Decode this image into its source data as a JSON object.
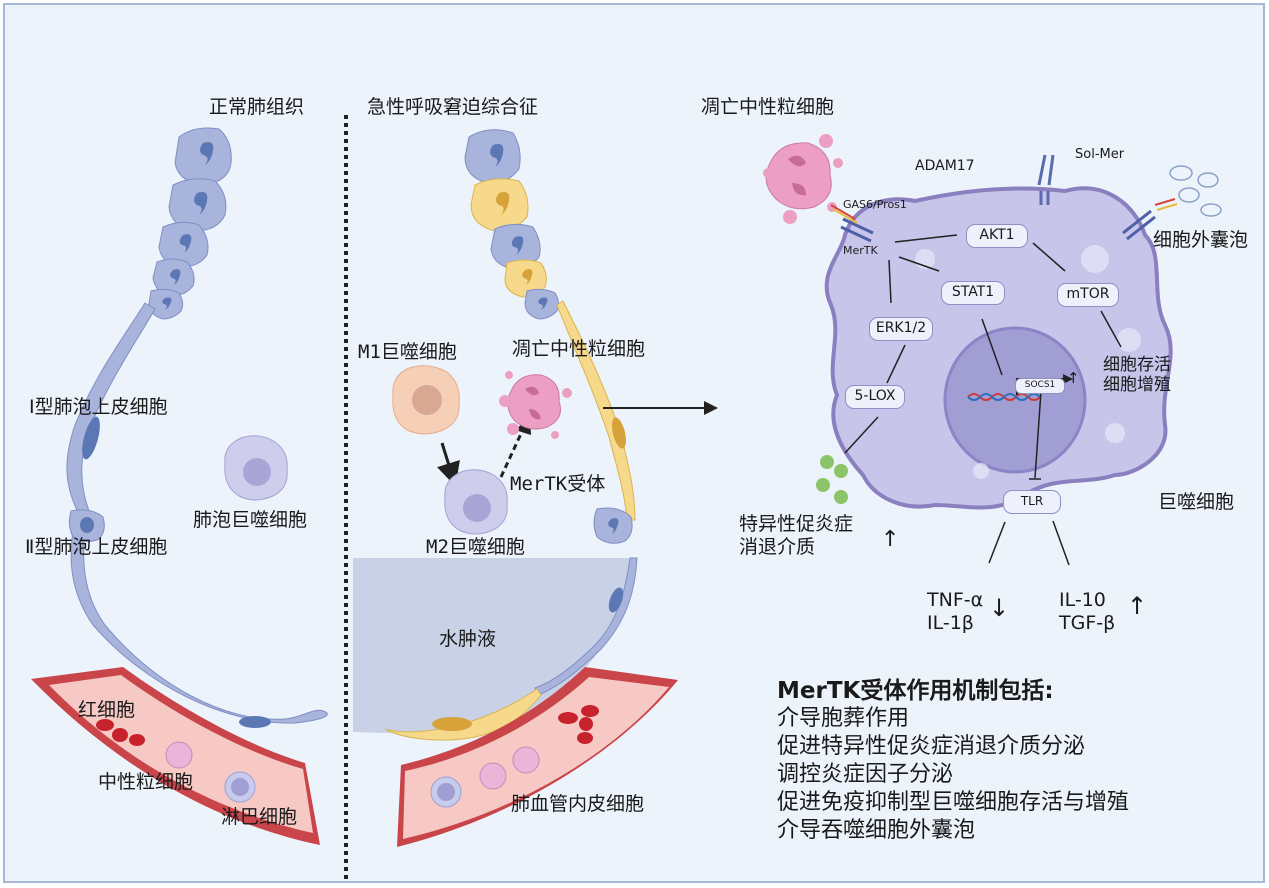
{
  "panels": {
    "normal": {
      "title": "正常肺组织",
      "type1_cell": "Ⅰ型肺泡上皮细胞",
      "type2_cell": "Ⅱ型肺泡上皮细胞",
      "alveolar_macrophage": "肺泡巨噬细胞",
      "rbc": "红细胞",
      "neutrophil": "中性粒细胞",
      "lymphocyte": "淋巴细胞"
    },
    "ards": {
      "title": "急性呼吸窘迫综合征",
      "m1": "M1巨噬细胞",
      "apoptotic_neutrophil": "凋亡中性粒细胞",
      "mertk_receptor": "MerTK受体",
      "m2": "M2巨噬细胞",
      "edema": "水肿液",
      "endothelial": "肺血管内皮细胞"
    },
    "mechanism": {
      "apoptotic_neutrophil": "凋亡中性粒细胞",
      "adam17": "ADAM17",
      "sol_mer": "Sol-Mer",
      "gas6": "GAS6/Pros1",
      "mertk": "MerTK",
      "extracellular_vesicle": "细胞外囊泡",
      "akt1": "AKT1",
      "stat1": "STAT1",
      "mtor": "mTOR",
      "erk": "ERK1/2",
      "lox": "5-LOX",
      "socs1": "SOCS1",
      "tlr": "TLR",
      "survival": "细胞存活",
      "proliferation": "细胞增殖",
      "spm_line1": "特异性促炎症",
      "spm_line2": "消退介质",
      "macrophage": "巨噬细胞",
      "tnf": "TNF-α",
      "il1": "IL-1β",
      "il10": "IL-10",
      "tgf": "TGF-β",
      "up_arrow": "↑",
      "down_arrow": "↓"
    }
  },
  "summary": {
    "title": "MerTK受体作用机制包括:",
    "items": [
      "介导胞葬作用",
      "促进特异性促炎症消退介质分泌",
      "调控炎症因子分泌",
      "促进免疫抑制型巨噬细胞存活与增殖",
      "介导吞噬细胞外囊泡"
    ]
  },
  "colors": {
    "background": "#edf3fb",
    "border": "#a7b8d6",
    "epithelium_blue": "#a8b4dc",
    "nucleus_blue": "#5b78b4",
    "injured_yellow": "#f6d98b",
    "vessel_red": "#c9454a",
    "vessel_inner": "#f6c9c4",
    "macrophage": "#c7c5ea",
    "macrophage_edge": "#8a7fbf",
    "nucleus": "#a19ed4",
    "apoptotic_pink": "#ec9fc2",
    "spm_green": "#8cc46a",
    "edema": "#c9d1e6"
  }
}
